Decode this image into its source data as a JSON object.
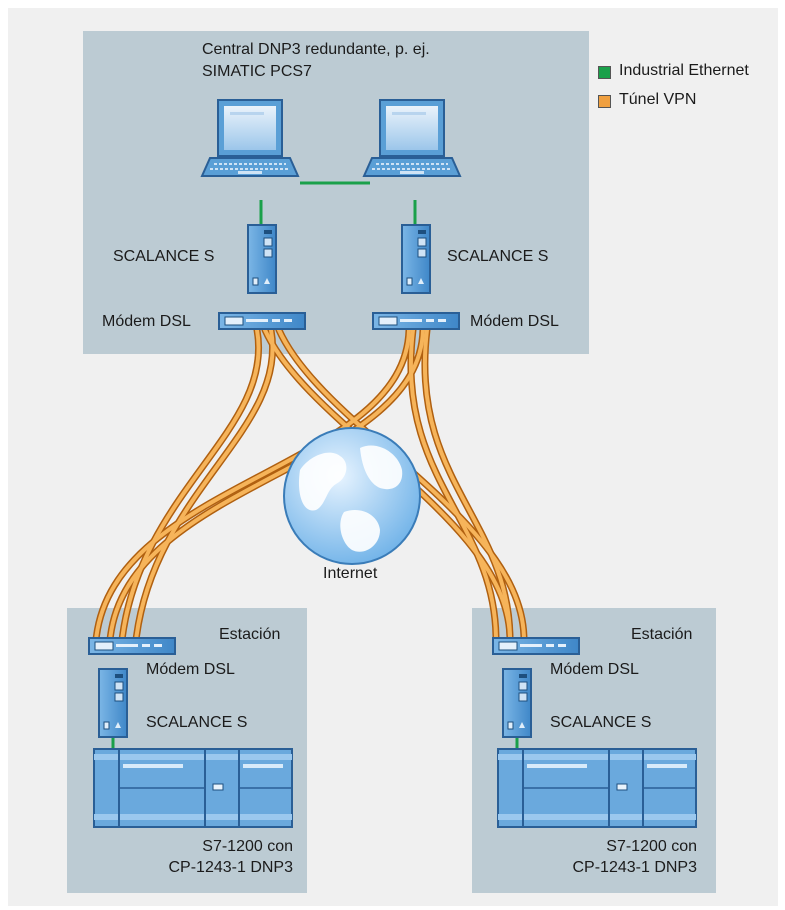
{
  "central": {
    "title_line1": "Central DNP3 redundante, p. ej.",
    "title_line2": "SIMATIC PCS7",
    "scalance_left": "SCALANCE S",
    "scalance_right": "SCALANCE S",
    "modem_left": "Módem DSL",
    "modem_right": "Módem DSL"
  },
  "legend": {
    "items": [
      {
        "label": "Industrial Ethernet",
        "color": "#1aa04a"
      },
      {
        "label": "Túnel VPN",
        "color": "#f0a040"
      }
    ]
  },
  "internet": {
    "label": "Internet"
  },
  "stations": [
    {
      "title": "Estación",
      "modem": "Módem DSL",
      "scalance": "SCALANCE S",
      "plc_line1": "S7-1200 con",
      "plc_line2": "CP-1243-1 DNP3"
    },
    {
      "title": "Estación",
      "modem": "Módem DSL",
      "scalance": "SCALANCE S",
      "plc_line1": "S7-1200 con",
      "plc_line2": "CP-1243-1 DNP3"
    }
  ],
  "colors": {
    "panel": "#bccbd3",
    "device_blue": "#5a9fd6",
    "ethernet_green": "#1aa04a",
    "vpn_orange": "#f0a040"
  },
  "icons": [
    "pc-icon",
    "scalance-icon",
    "dsl-modem-icon",
    "globe-icon",
    "plc-icon"
  ]
}
